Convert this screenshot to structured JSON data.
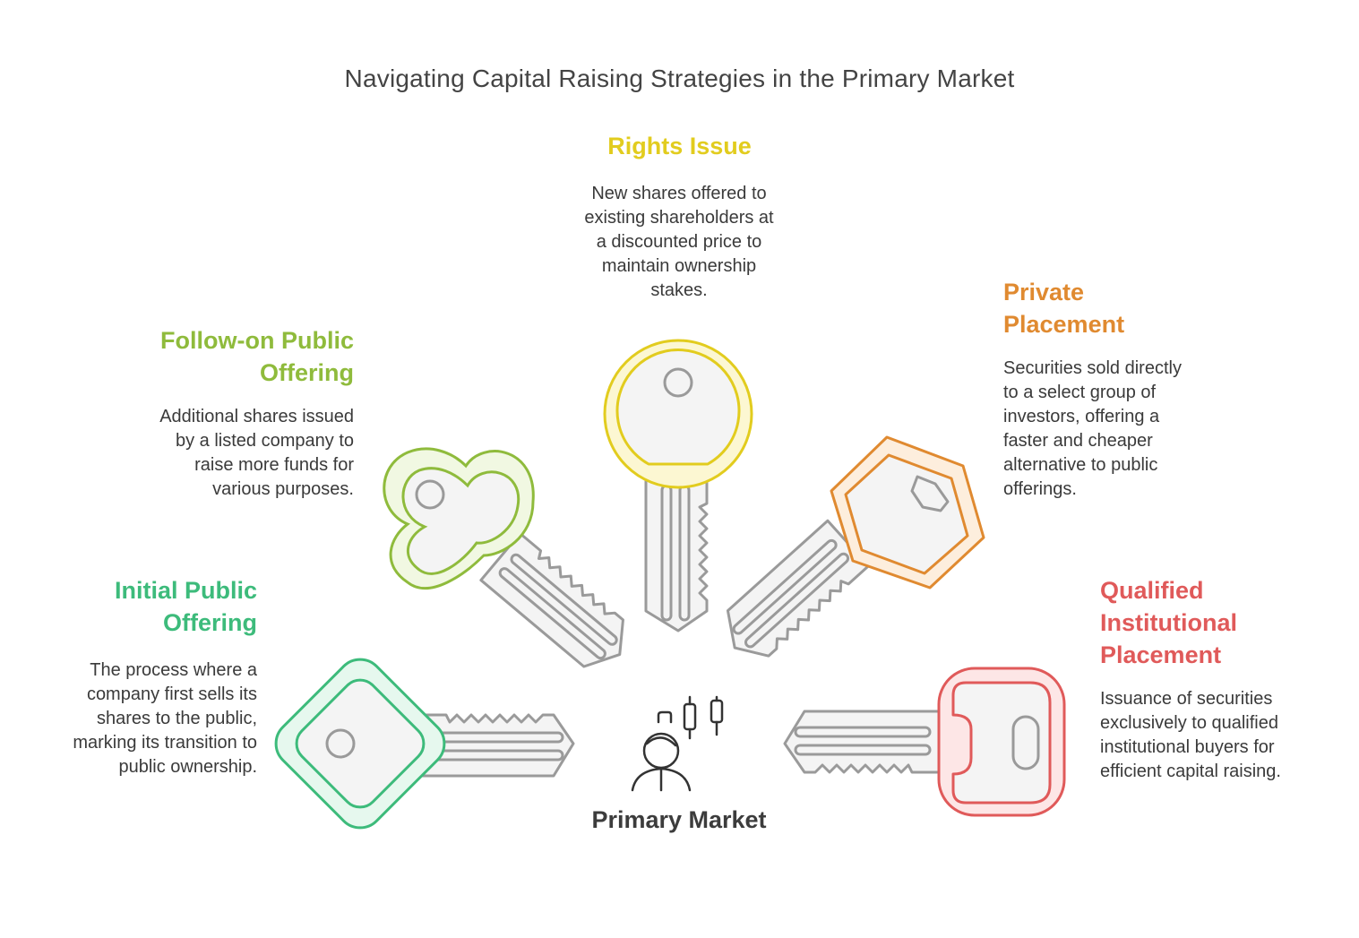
{
  "title": "Navigating Capital Raising Strategies in the Primary Market",
  "center": {
    "label": "Primary Market",
    "icon": "investor-chart-icon"
  },
  "items": [
    {
      "id": "ipo",
      "heading_lines": [
        "Initial Public",
        "Offering"
      ],
      "description_lines": [
        "The process where a",
        "company first sells its",
        "shares to the public,",
        "marking its transition to",
        "public ownership."
      ],
      "color": "#3dbb7b",
      "fill": "#e6f8ee",
      "icon": "diamond-key-icon"
    },
    {
      "id": "fpo",
      "heading_lines": [
        "Follow-on Public",
        "Offering"
      ],
      "description_lines": [
        "Additional shares issued",
        "by a listed company to",
        "raise more funds for",
        "various purposes."
      ],
      "color": "#8fbb3c",
      "fill": "#f1f8e2",
      "icon": "cloverleaf-key-icon"
    },
    {
      "id": "rights",
      "heading_lines": [
        "Rights Issue"
      ],
      "description_lines": [
        "New shares offered to",
        "existing shareholders at",
        "a discounted price to",
        "maintain ownership",
        "stakes."
      ],
      "color": "#e2cc1e",
      "fill": "#fcf7d2",
      "icon": "round-key-icon"
    },
    {
      "id": "private",
      "heading_lines": [
        "Private",
        "Placement"
      ],
      "description_lines": [
        "Securities sold directly",
        "to a select group of",
        "investors, offering a",
        "faster and cheaper",
        "alternative to public",
        "offerings."
      ],
      "color": "#e08a30",
      "fill": "#fdeedd",
      "icon": "hexagon-key-icon"
    },
    {
      "id": "qip",
      "heading_lines": [
        "Qualified",
        "Institutional",
        "Placement"
      ],
      "description_lines": [
        "Issuance of securities",
        "exclusively to qualified",
        "institutional buyers for",
        "efficient capital raising."
      ],
      "color": "#e05a5a",
      "fill": "#fde6e6",
      "icon": "rounded-square-key-icon"
    }
  ],
  "colors": {
    "key_stroke": "#9a9a9a",
    "key_fill": "#f4f4f4",
    "text": "#3a3a3a"
  }
}
